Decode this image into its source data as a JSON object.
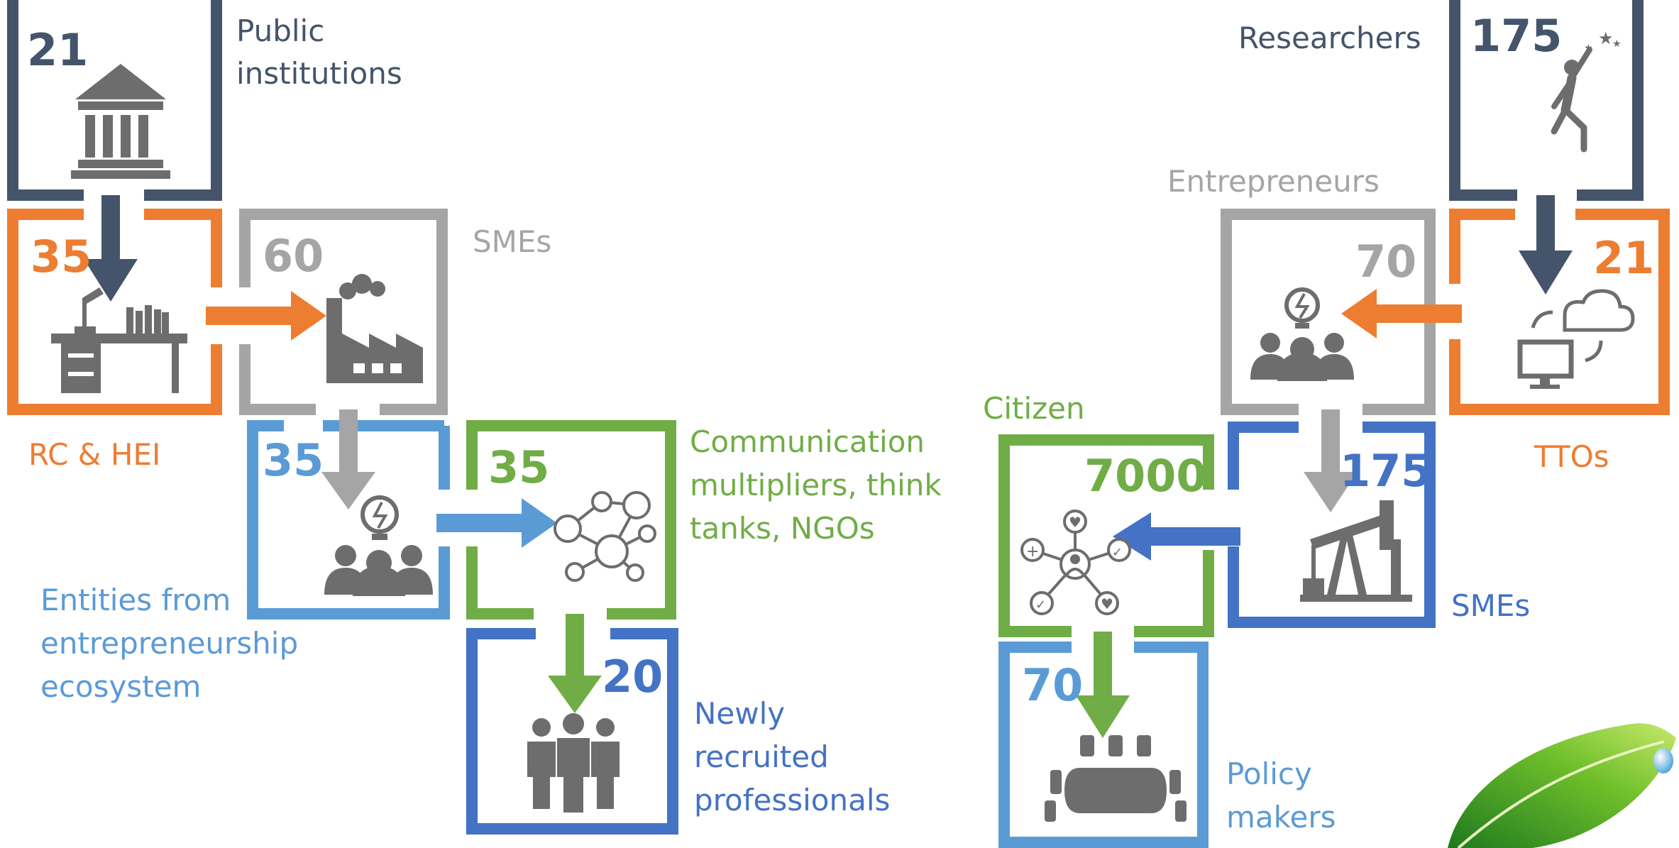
{
  "colors": {
    "navy": "#44546a",
    "orange": "#ed7d31",
    "gray": "#a5a5a5",
    "light_blue": "#5b9bd5",
    "green": "#70ad47",
    "blue": "#4472c4",
    "icon": "#6d6d6d"
  },
  "left": {
    "public": {
      "count": "21",
      "label_lines": [
        "Public",
        "institutions"
      ],
      "icon": "government-building-icon"
    },
    "rc_hei": {
      "count": "35",
      "label": "RC & HEI",
      "icon": "desk-icon"
    },
    "smes": {
      "count": "60",
      "label": "SMEs",
      "icon": "factory-icon"
    },
    "entities": {
      "count": "35",
      "label_lines": [
        "Entities from",
        "entrepreneurship",
        "ecosystem"
      ],
      "icon": "idea-team-icon"
    },
    "comm": {
      "count": "35",
      "label_lines": [
        "Communication",
        "multipliers, think",
        "tanks, NGOs"
      ],
      "icon": "network-icon"
    },
    "newly": {
      "count": "20",
      "label_lines": [
        "Newly",
        "recruited",
        "professionals"
      ],
      "icon": "team-icon"
    }
  },
  "right": {
    "researchers": {
      "count": "175",
      "label": "Researchers",
      "icon": "reaching-person-icon"
    },
    "ttos": {
      "count": "21",
      "label": "TTOs",
      "icon": "cloud-computer-icon"
    },
    "entrepreneurs": {
      "count": "70",
      "label": "Entrepreneurs",
      "icon": "idea-team-icon"
    },
    "smes": {
      "count": "175",
      "label": "SMEs",
      "icon": "oil-pump-icon"
    },
    "citizen": {
      "count": "7000",
      "label": "Citizen",
      "icon": "social-network-icon"
    },
    "policy": {
      "count": "70",
      "label_lines": [
        "Policy",
        "makers"
      ],
      "icon": "meeting-table-icon"
    }
  },
  "logo": {
    "icon": "green-leaf-logo-icon"
  }
}
